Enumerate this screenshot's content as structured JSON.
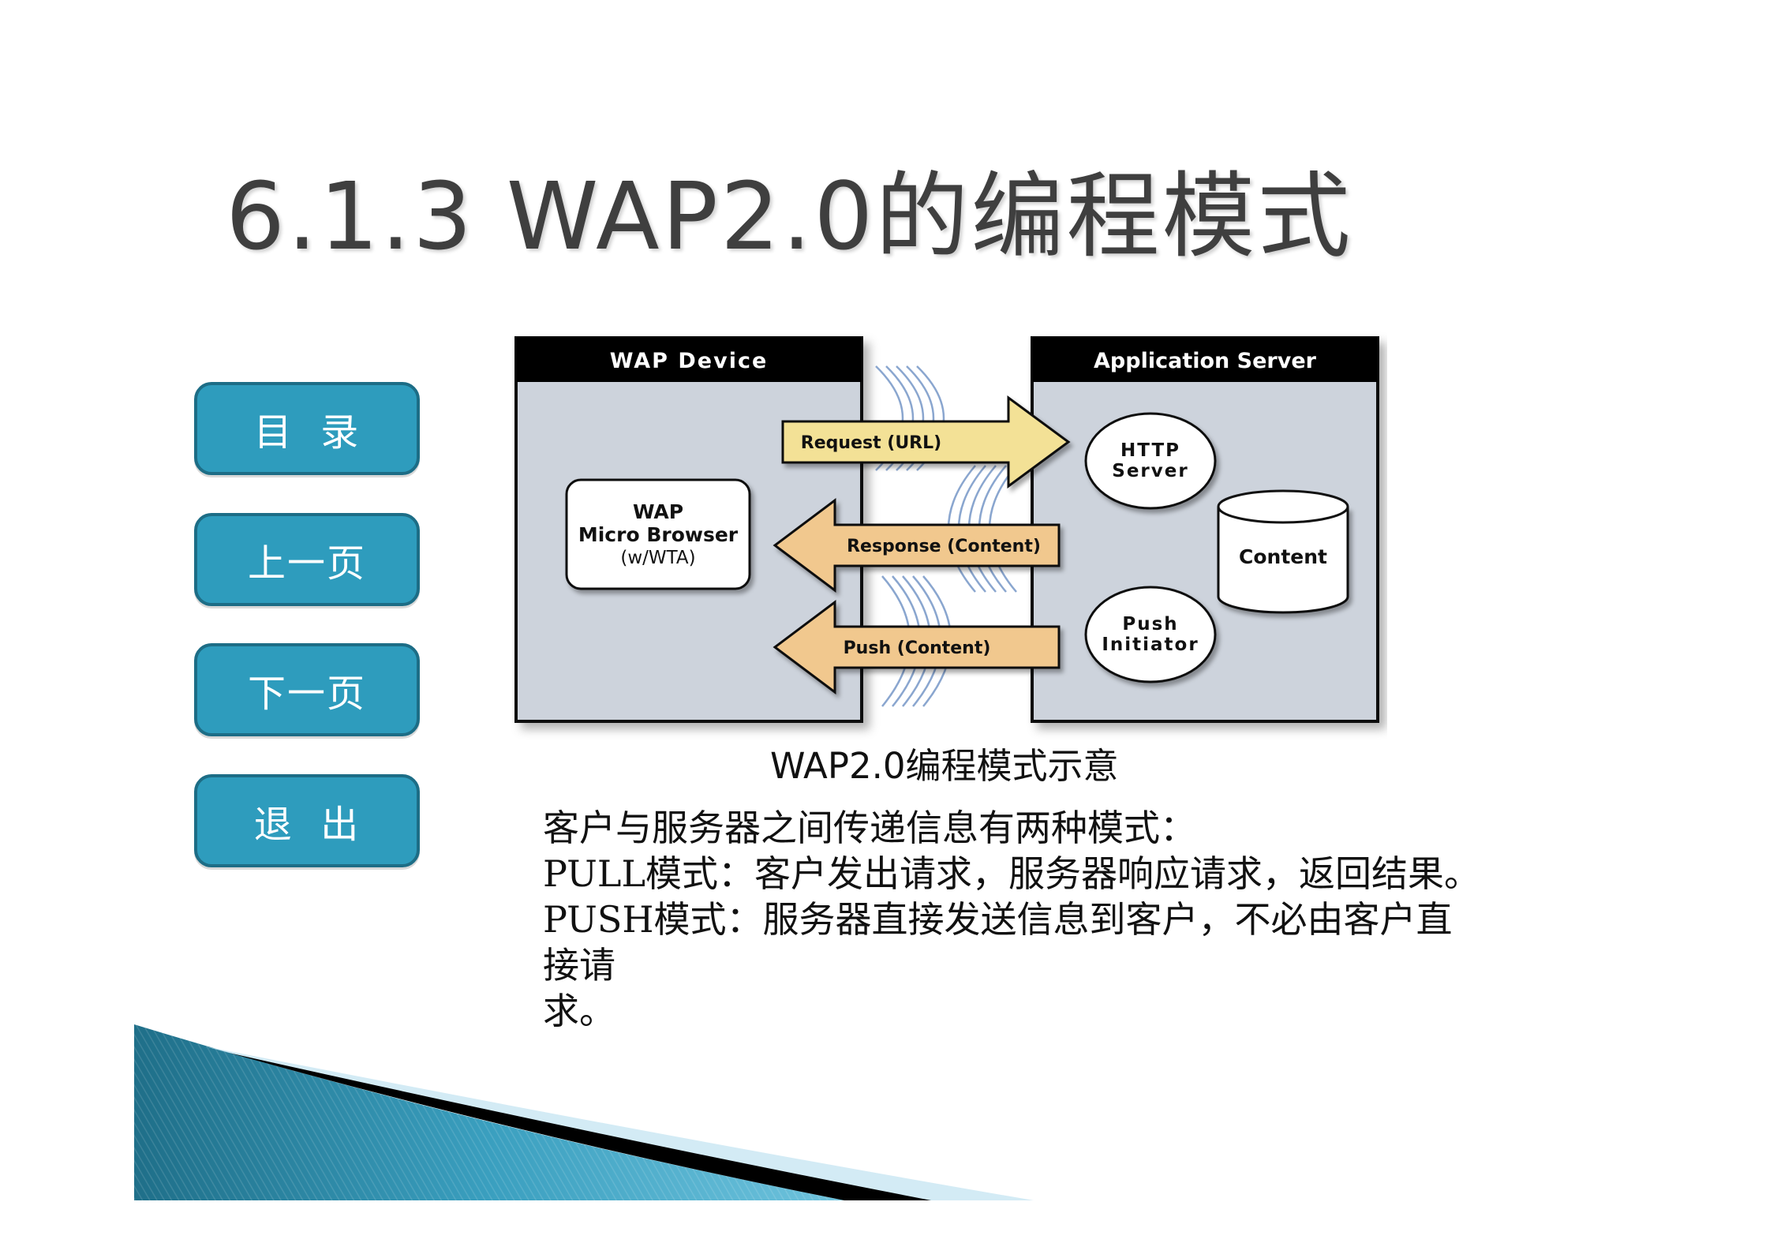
{
  "title": "6.1.3 WAP2.0的编程模式",
  "nav": {
    "toc": "目  录",
    "prev": "上一页",
    "next": "下一页",
    "exit": "退  出"
  },
  "diagram": {
    "device_header": "WAP Device",
    "server_header": "Application Server",
    "browser_l1": "WAP",
    "browser_l2": "Micro Browser",
    "browser_l3": "(w/WTA)",
    "request_label": "Request (URL)",
    "response_label": "Response (Content)",
    "push_label": "Push (Content)",
    "http_l1": "HTTP",
    "http_l2": "Server",
    "content_label": "Content",
    "push_l1": "Push",
    "push_l2": "Initiator"
  },
  "caption": "WAP2.0编程模式示意",
  "body": {
    "line1": "客户与服务器之间传递信息有两种模式：",
    "line2": "PULL模式：客户发出请求，服务器响应请求，返回结果。",
    "line3": "PUSH模式：服务器直接发送信息到客户，不必由客户直",
    "line4": "接请",
    "line5": "求。"
  },
  "colors": {
    "nav_button": "#2e9cbd",
    "nav_border": "#1d6d86",
    "panel": "#cdd3dc",
    "arrow_request": "#f3e196",
    "arrow_back": "#f1c88e",
    "waves": "#8aa6cf"
  }
}
